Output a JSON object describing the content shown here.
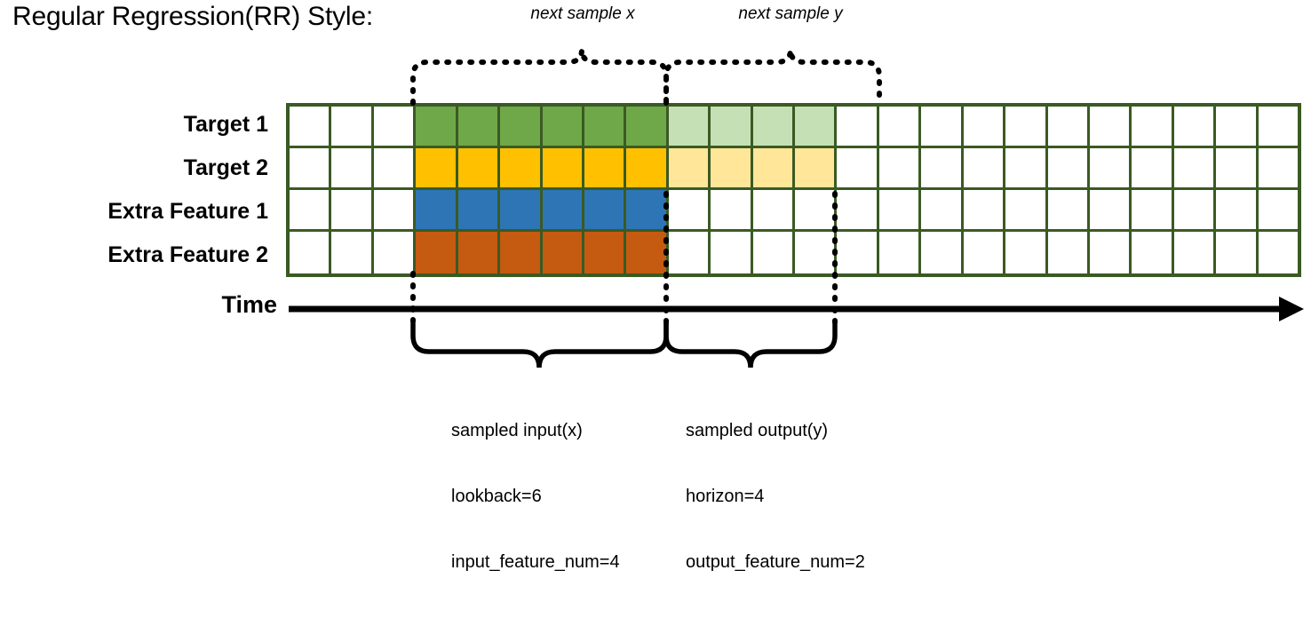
{
  "title": "Regular Regression(RR) Style:",
  "annotations": {
    "next_sample_x": "next sample x",
    "next_sample_y": "next sample y"
  },
  "rows": [
    {
      "label": "Target 1",
      "fill": "#6FA848",
      "fade_fill": "#C5E0B4"
    },
    {
      "label": "Target 2",
      "fill": "#FFC000",
      "fade_fill": "#FFE699"
    },
    {
      "label": "Extra Feature 1",
      "fill": "#2E75B6",
      "fade_fill": null
    },
    {
      "label": "Extra Feature 2",
      "fill": "#C55A11",
      "fade_fill": null
    }
  ],
  "grid": {
    "total_columns": 24,
    "lead_blank_columns": 3,
    "input_columns": 6,
    "output_columns": 4,
    "border_color": "#3A5A23",
    "empty_fill": "#FFFFFF"
  },
  "axis": {
    "label": "Time",
    "arrow_color": "#000000"
  },
  "captions": {
    "input": {
      "line1": "sampled input(x)",
      "line2": "lookback=6",
      "line3": "input_feature_num=4"
    },
    "output": {
      "line1": "sampled output(y)",
      "line2": "horizon=4",
      "line3": "output_feature_num=2"
    }
  },
  "chart_data": {
    "type": "table",
    "title": "Regular Regression(RR) Style:",
    "series": [
      {
        "name": "Target 1",
        "highlight_input": 6,
        "highlight_output": 4
      },
      {
        "name": "Target 2",
        "highlight_input": 6,
        "highlight_output": 4
      },
      {
        "name": "Extra Feature 1",
        "highlight_input": 6,
        "highlight_output": 0
      },
      {
        "name": "Extra Feature 2",
        "highlight_input": 6,
        "highlight_output": 0
      }
    ],
    "lookback": 6,
    "horizon": 4,
    "input_feature_num": 4,
    "output_feature_num": 2,
    "xlabel": "Time"
  }
}
